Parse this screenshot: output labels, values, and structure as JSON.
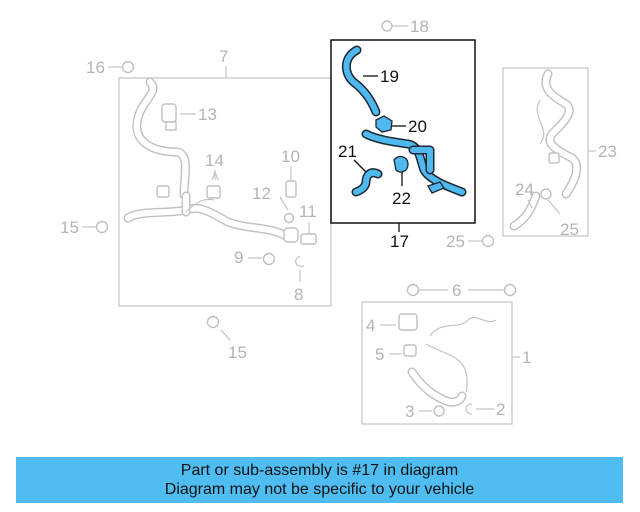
{
  "diagram": {
    "callouts": {
      "c1": "1",
      "c2": "2",
      "c3": "3",
      "c4": "4",
      "c5": "5",
      "c6": "6",
      "c7": "7",
      "c8": "8",
      "c9": "9",
      "c10": "10",
      "c11": "11",
      "c12": "12",
      "c13": "13",
      "c14": "14",
      "c15a": "15",
      "c15b": "15",
      "c16": "16",
      "c17": "17",
      "c18": "18",
      "c19": "19",
      "c20": "20",
      "c21": "21",
      "c22": "22",
      "c23": "23",
      "c24": "24",
      "c25a": "25",
      "c25b": "25"
    },
    "highlight_color": "#4fb8ec"
  },
  "banner": {
    "line1": "Part or sub-assembly is #17 in diagram",
    "line2": "Diagram may not be specific to your vehicle",
    "background": "#4fbdf2"
  }
}
